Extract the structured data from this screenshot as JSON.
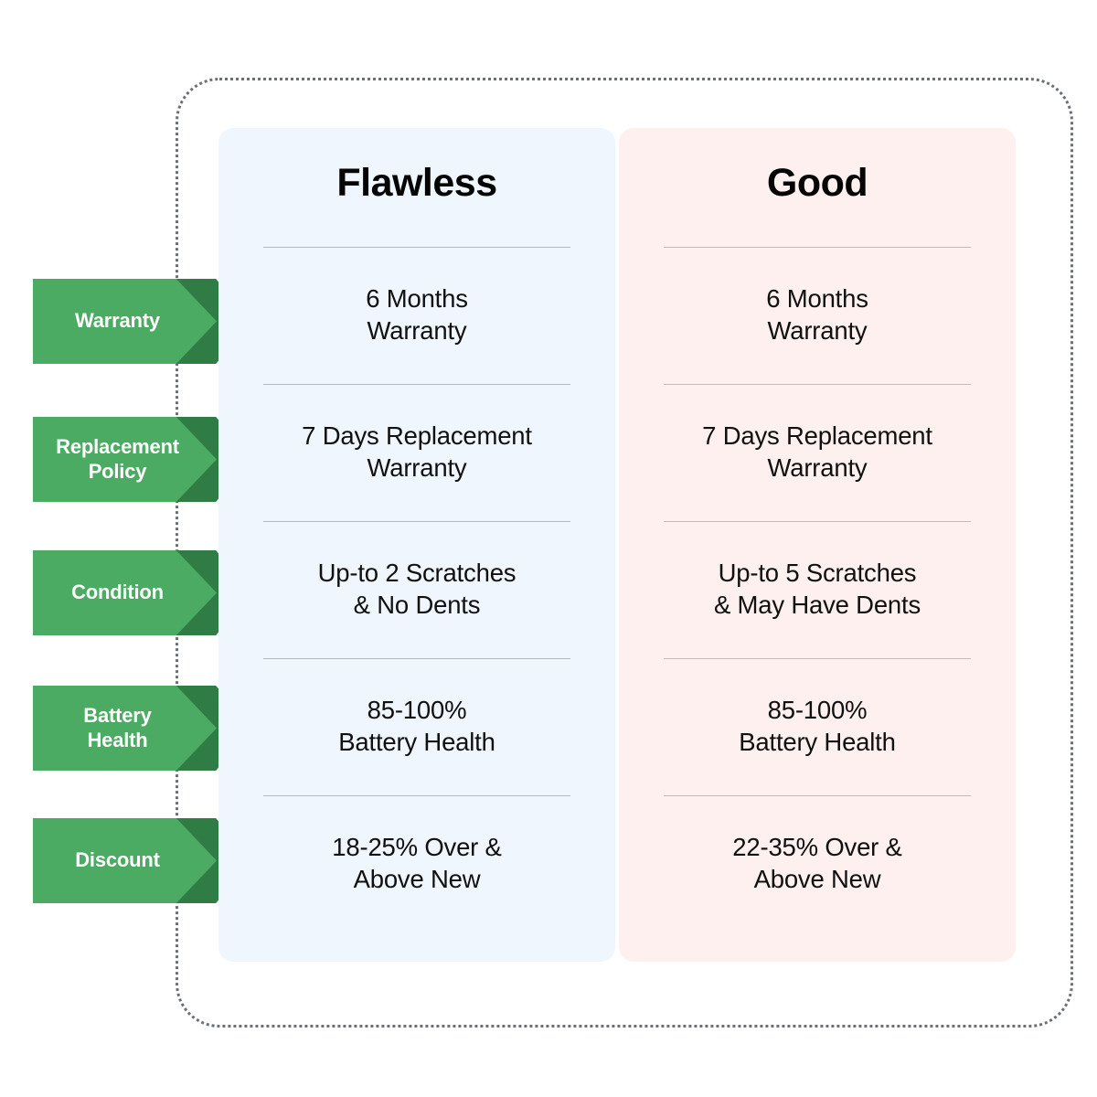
{
  "comparison": {
    "row_labels": [
      {
        "name": "warranty",
        "text": "Warranty"
      },
      {
        "name": "replacement-policy",
        "text": "Replacement\nPolicy"
      },
      {
        "name": "condition",
        "text": "Condition"
      },
      {
        "name": "battery-health",
        "text": "Battery\nHealth"
      },
      {
        "name": "discount",
        "text": "Discount"
      }
    ],
    "columns": [
      {
        "key": "flawless",
        "title": "Flawless",
        "background": "#eff6fd",
        "divider_color": "#b4b9bf",
        "cells": [
          "6 Months\nWarranty",
          "7 Days Replacement\nWarranty",
          "Up-to 2 Scratches\n& No Dents",
          "85-100%\nBattery Health",
          "18-25% Over &\nAbove New"
        ]
      },
      {
        "key": "good",
        "title": "Good",
        "background": "#fdf0ee",
        "divider_color": "#cbb9b7",
        "cells": [
          "6 Months\nWarranty",
          "7 Days Replacement\nWarranty",
          "Up-to 5 Scratches\n& May Have Dents",
          "85-100%\nBattery Health",
          "22-35% Over &\nAbove New"
        ]
      }
    ],
    "colors": {
      "arrow_light_green": "#4bab62",
      "arrow_dark_green": "#2f7d45",
      "arrow_label_text": "#ffffff",
      "frame_border": "#6b6f76",
      "body_text": "#101010"
    }
  }
}
